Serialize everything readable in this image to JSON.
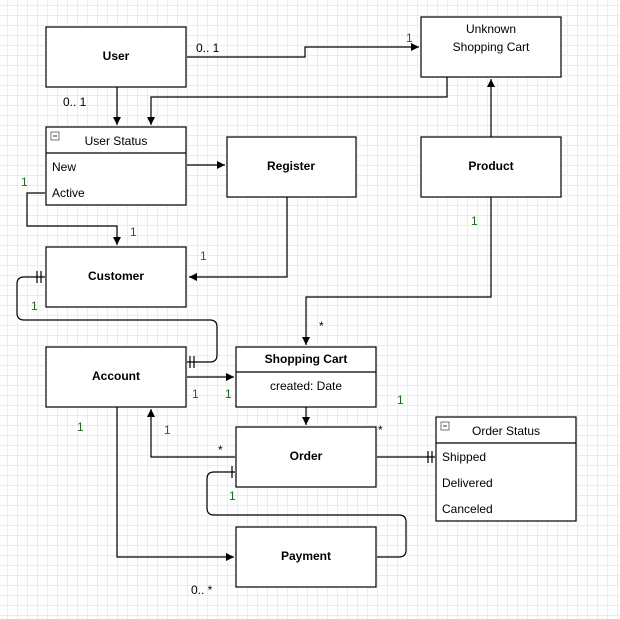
{
  "entities": {
    "user": "User",
    "unknown_cart_line1": "Unknown",
    "unknown_cart_line2": "Shopping Cart",
    "user_status": {
      "title": "User Status",
      "rows": [
        "New",
        "Active"
      ]
    },
    "register": "Register",
    "product": "Product",
    "customer": "Customer",
    "account": "Account",
    "shopping_cart": {
      "title": "Shopping Cart",
      "attribute": "created: Date"
    },
    "order": "Order",
    "order_status": {
      "title": "Order Status",
      "rows": [
        "Shipped",
        "Delivered",
        "Canceled"
      ]
    },
    "payment": "Payment"
  },
  "multiplicities": {
    "user_to_cart": "0.. 1",
    "cart_from_user": "1",
    "user_to_status": "0.. 1",
    "status_active": "1",
    "customer_from_status": "1",
    "customer_from_register": "1",
    "product_to_cart": "1",
    "cart_from_product": "*",
    "customer_account": "1",
    "account_to_cart": "1",
    "cart_from_account": "1",
    "cart_to_order": "1",
    "account_from_order": "1",
    "order_to_account": "*",
    "account_payment": "1",
    "order_right": "*",
    "order_payment": "1",
    "payment_bottom": "0.. *"
  },
  "colors": {
    "line": "#000000",
    "multiplicity_green": "#1a6b1a"
  }
}
